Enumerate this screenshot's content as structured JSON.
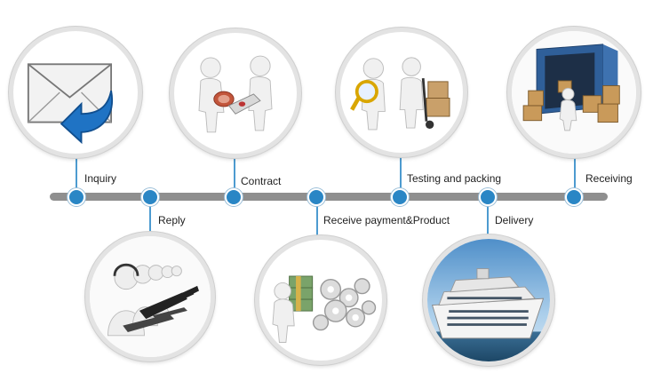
{
  "steps": [
    {
      "label": "Inquiry",
      "position": "top"
    },
    {
      "label": "Reply",
      "position": "bottom"
    },
    {
      "label": "Contract",
      "position": "top"
    },
    {
      "label": "Receive payment&Product",
      "position": "bottom"
    },
    {
      "label": "Testing and packing",
      "position": "top"
    },
    {
      "label": "Delivery",
      "position": "bottom"
    },
    {
      "label": "Receiving",
      "position": "top"
    }
  ],
  "colors": {
    "timeline": "#8f8f8f",
    "node": "#2a86c5",
    "connector": "#4d9bd0",
    "circle_border": "#e3e3e3"
  },
  "icons": [
    "envelope-reply-icon",
    "call-center-icon",
    "handshake-contract-icon",
    "money-gears-icon",
    "magnifier-box-icon",
    "cruise-ship-icon",
    "container-boxes-icon"
  ]
}
